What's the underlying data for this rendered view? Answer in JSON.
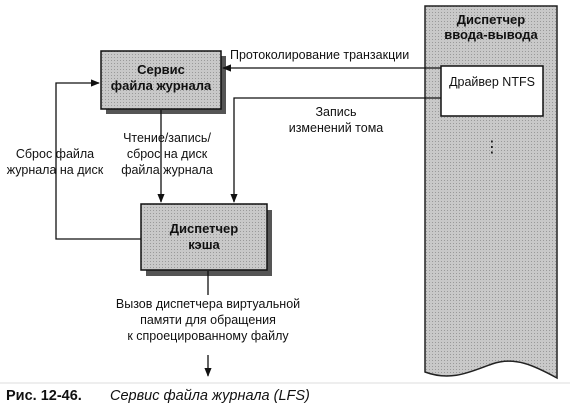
{
  "io_manager": {
    "title_line1": "Диспетчер",
    "title_line2": "ввода-вывода",
    "driver_label": "Драйвер NTFS",
    "ellipsis": "⋮"
  },
  "lfs_box": {
    "line1": "Сервис",
    "line2": "файла журнала"
  },
  "cache_box": {
    "line1": "Диспетчер",
    "line2": "кэша"
  },
  "labels": {
    "transaction_logging": "Протоколирование транзакции",
    "volume_changes_line1": "Запись",
    "volume_changes_line2": "изменений тома",
    "read_write_line1": "Чтение/запись/",
    "read_write_line2": "сброс на диск",
    "read_write_line3": "файла журнала",
    "flush_line1": "Сброс файла",
    "flush_line2": "журнала на диск",
    "vmm_line1": "Вызов диспетчера виртуальной",
    "vmm_line2": "памяти для обращения",
    "vmm_line3": "к спроецированному файлу"
  },
  "caption": {
    "number": "Рис. 12-46.",
    "text": "Сервис файла журнала (LFS)"
  }
}
